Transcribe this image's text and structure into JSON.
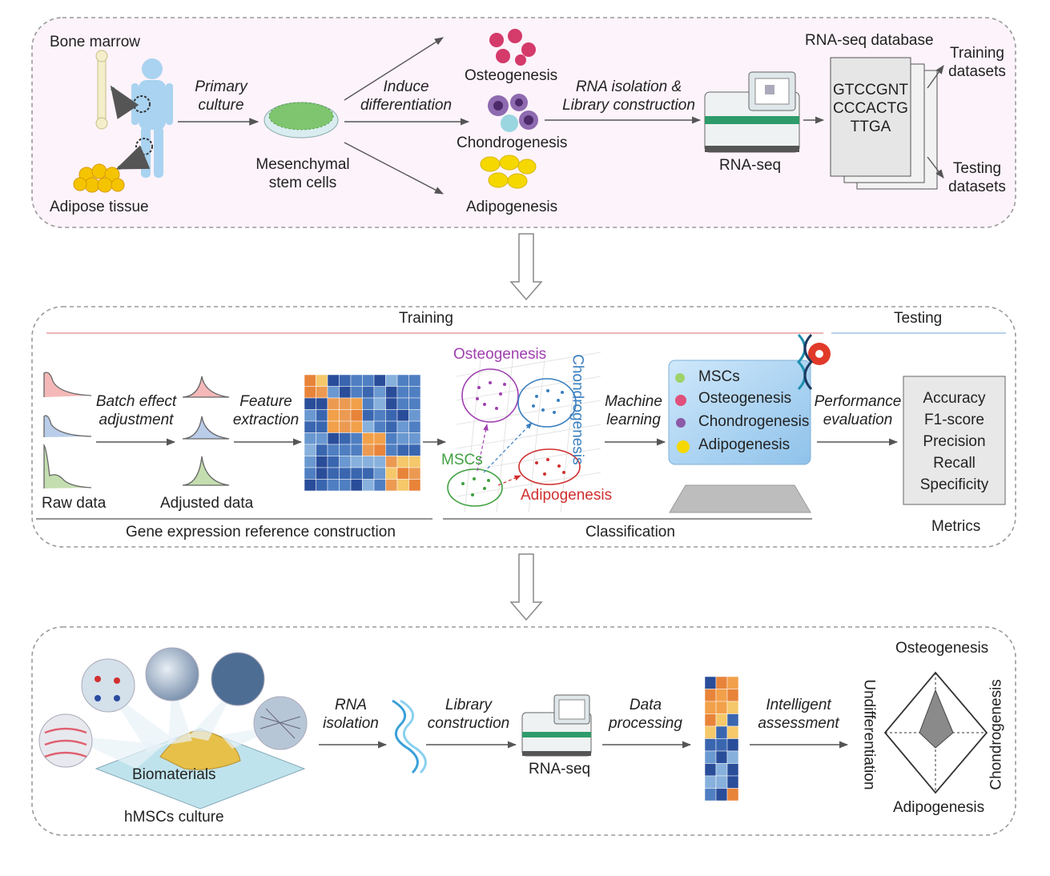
{
  "panel1": {
    "bone_marrow": "Bone marrow",
    "adipose_tissue": "Adipose tissue",
    "primary_culture": [
      "Primary",
      "culture"
    ],
    "msc": [
      "Mesenchymal",
      "stem cells"
    ],
    "induce_diff": [
      "Induce",
      "differentiation"
    ],
    "osteogenesis": "Osteogenesis",
    "chondrogenesis": "Chondrogenesis",
    "adipogenesis": "Adipogenesis",
    "rna_isolation": [
      "RNA isolation &",
      "Library construction"
    ],
    "rna_seq": "RNA-seq",
    "database_title": "RNA-seq database",
    "sequence": [
      "GTCCGNT",
      "CCCACTG",
      "TTGA"
    ],
    "training": [
      "Training",
      "datasets"
    ],
    "testing": [
      "Testing",
      "datasets"
    ]
  },
  "panel2": {
    "training_header": "Training",
    "testing_header": "Testing",
    "batch_effect": [
      "Batch effect",
      "adjustment"
    ],
    "feature_extraction": [
      "Feature",
      "extraction"
    ],
    "raw_data": "Raw data",
    "adjusted_data": "Adjusted data",
    "gene_expr": "Gene expression reference construction",
    "osteogenesis": "Osteogenesis",
    "chondrogenesis": "Chondrogenesis",
    "mscs": "MSCs",
    "adipogenesis": "Adipogenesis",
    "machine_learning": [
      "Machine",
      "learning"
    ],
    "monitor_items": [
      "MSCs",
      "Osteogenesis",
      "Chondrogenesis",
      "Adipogenesis"
    ],
    "performance": [
      "Performance",
      "evaluation"
    ],
    "metrics_list": [
      "Accuracy",
      "F1-score",
      "Precision",
      "Recall",
      "Specificity"
    ],
    "classification": "Classification",
    "metrics": "Metrics"
  },
  "panel3": {
    "biomaterials": "Biomaterials",
    "hmscs": "hMSCs culture",
    "rna_isolation": [
      "RNA",
      "isolation"
    ],
    "library": [
      "Library",
      "construction"
    ],
    "rna_seq": "RNA-seq",
    "data_processing": [
      "Data",
      "processing"
    ],
    "intelligent": [
      "Intelligent",
      "assessment"
    ],
    "osteogenesis": "Osteogenesis",
    "undifferentiation": "Undifferentiation",
    "chondrogenesis": "Chondrogenesis",
    "adipogenesis": "Adipogenesis"
  },
  "colors": {
    "panel1_bg": "#fdf3fa",
    "panel_border": "#9a9a9a",
    "osteo": "#a040b0",
    "chondro": "#3a7fc0",
    "msc": "#40a040",
    "adipo": "#d03030"
  }
}
